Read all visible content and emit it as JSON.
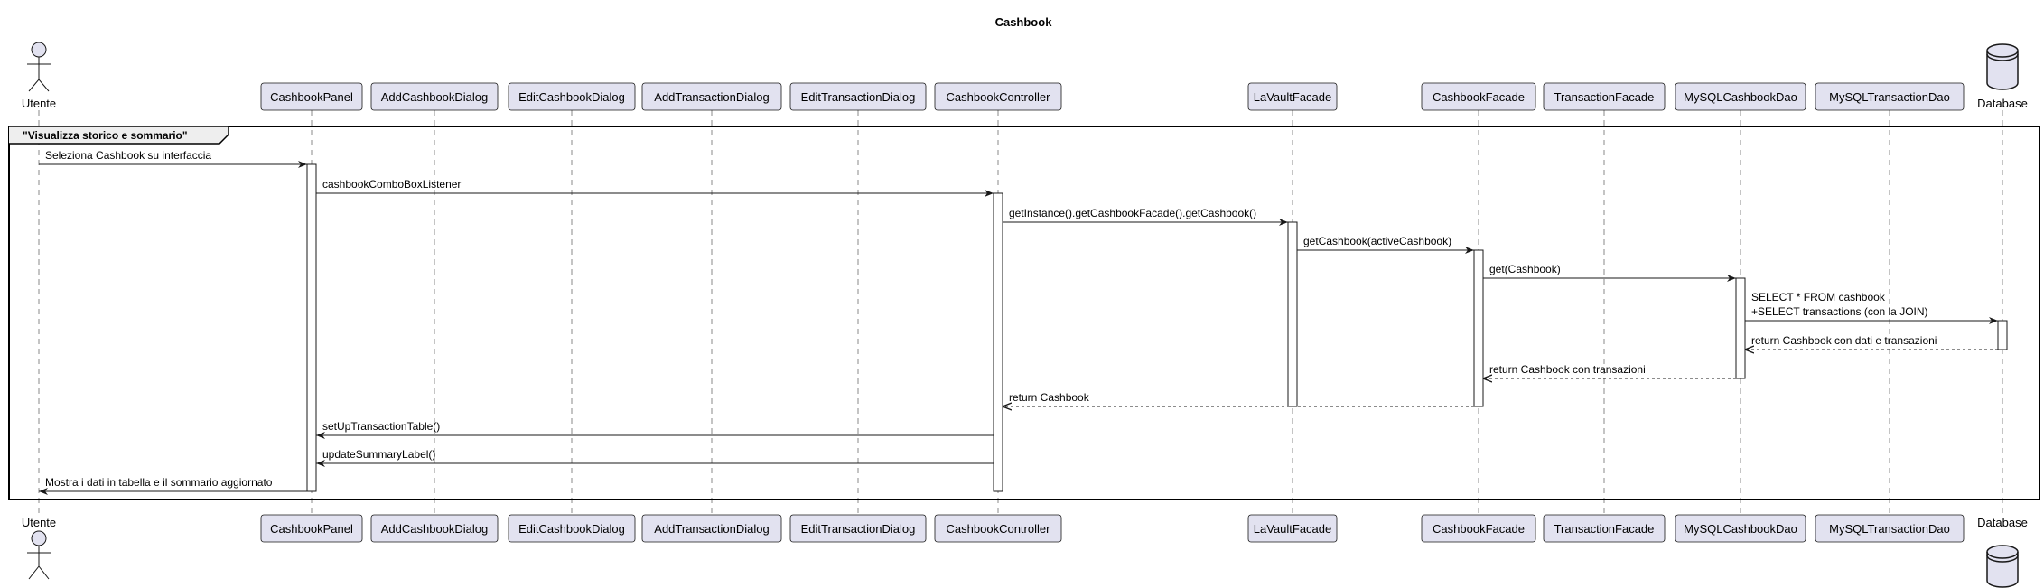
{
  "title": "Cashbook",
  "participants": [
    {
      "id": "utente",
      "label": "Utente",
      "kind": "actor"
    },
    {
      "id": "cashbook-panel",
      "label": "CashbookPanel",
      "kind": "participant"
    },
    {
      "id": "add-cashbook-dialog",
      "label": "AddCashbookDialog",
      "kind": "participant"
    },
    {
      "id": "edit-cashbook-dialog",
      "label": "EditCashbookDialog",
      "kind": "participant"
    },
    {
      "id": "add-transaction-dialog",
      "label": "AddTransactionDialog",
      "kind": "participant"
    },
    {
      "id": "edit-transaction-dialog",
      "label": "EditTransactionDialog",
      "kind": "participant"
    },
    {
      "id": "cashbook-controller",
      "label": "CashbookController",
      "kind": "participant"
    },
    {
      "id": "lavault-facade",
      "label": "LaVaultFacade",
      "kind": "participant"
    },
    {
      "id": "cashbook-facade",
      "label": "CashbookFacade",
      "kind": "participant"
    },
    {
      "id": "transaction-facade",
      "label": "TransactionFacade",
      "kind": "participant"
    },
    {
      "id": "mysql-cashbook-dao",
      "label": "MySQLCashbookDao",
      "kind": "participant"
    },
    {
      "id": "mysql-transaction-dao",
      "label": "MySQLTransactionDao",
      "kind": "participant"
    },
    {
      "id": "database",
      "label": "Database",
      "kind": "database"
    }
  ],
  "group": {
    "label": "\"Visualizza storico e sommario\""
  },
  "messages": [
    {
      "from": 0,
      "to": 1,
      "lines": [
        "Seleziona Cashbook su interfaccia"
      ],
      "kind": "sync"
    },
    {
      "from": 1,
      "to": 6,
      "lines": [
        "cashbookComboBoxListener"
      ],
      "kind": "sync"
    },
    {
      "from": 6,
      "to": 7,
      "lines": [
        "getInstance().getCashbookFacade().getCashbook()"
      ],
      "kind": "sync"
    },
    {
      "from": 7,
      "to": 8,
      "lines": [
        "getCashbook(activeCashbook)"
      ],
      "kind": "sync"
    },
    {
      "from": 8,
      "to": 10,
      "lines": [
        "get(Cashbook)"
      ],
      "kind": "sync"
    },
    {
      "from": 10,
      "to": 12,
      "lines": [
        "SELECT * FROM cashbook",
        "+SELECT transactions (con la JOIN)"
      ],
      "kind": "sync"
    },
    {
      "from": 12,
      "to": 10,
      "lines": [
        "return Cashbook con dati e transazioni"
      ],
      "kind": "return"
    },
    {
      "from": 10,
      "to": 8,
      "lines": [
        "return Cashbook con transazioni"
      ],
      "kind": "return"
    },
    {
      "from": 8,
      "to": 6,
      "lines": [
        "return Cashbook"
      ],
      "kind": "return"
    },
    {
      "from": 6,
      "to": 1,
      "lines": [
        "setUpTransactionTable()"
      ],
      "kind": "sync"
    },
    {
      "from": 6,
      "to": 1,
      "lines": [
        "updateSummaryLabel()"
      ],
      "kind": "sync"
    },
    {
      "from": 1,
      "to": 0,
      "lines": [
        "Mostra i dati in tabella e il sommario aggiornato"
      ],
      "kind": "sync"
    }
  ],
  "colors": {
    "participant_fill": "#e2e2f0",
    "participant_border": "#181818",
    "line": "#181818",
    "lifeline": "#888888",
    "activation_fill": "#ffffff"
  }
}
